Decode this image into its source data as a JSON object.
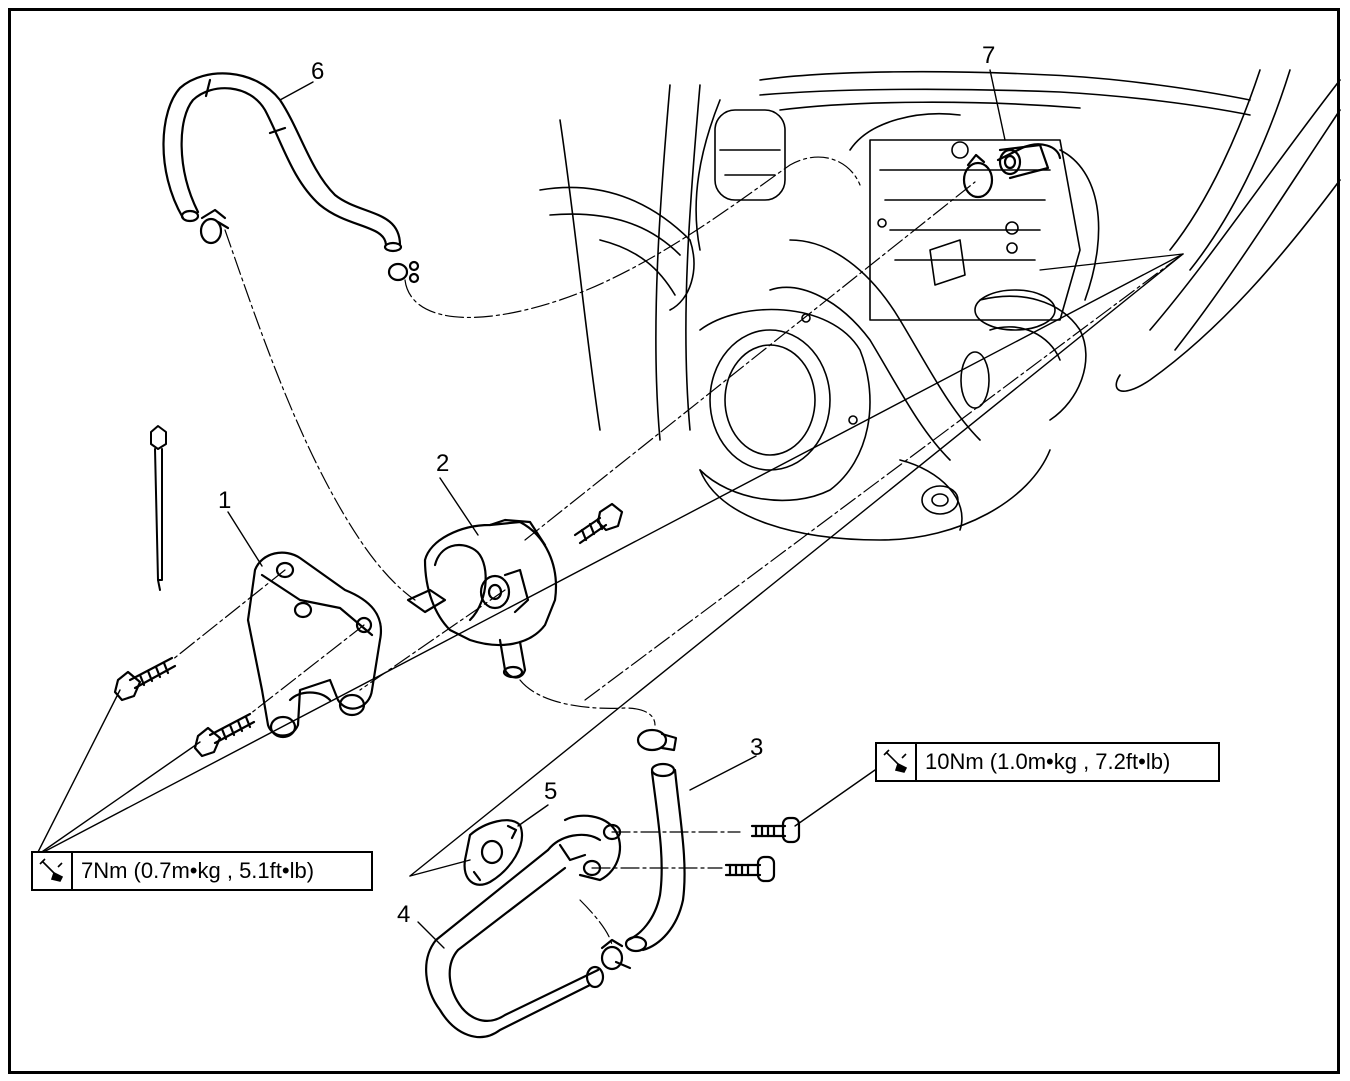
{
  "callouts": {
    "c1": "1",
    "c2": "2",
    "c3": "3",
    "c4": "4",
    "c5": "5",
    "c6": "6",
    "c7": "7"
  },
  "torque_specs": {
    "small": {
      "text": "7Nm (0.7m•kg , 5.1ft•lb)",
      "icon": "torque-wrench-icon"
    },
    "large": {
      "text": "10Nm (1.0m•kg , 7.2ft•lb)",
      "icon": "torque-wrench-icon"
    }
  },
  "colors": {
    "line": "#000000",
    "background": "#ffffff"
  }
}
